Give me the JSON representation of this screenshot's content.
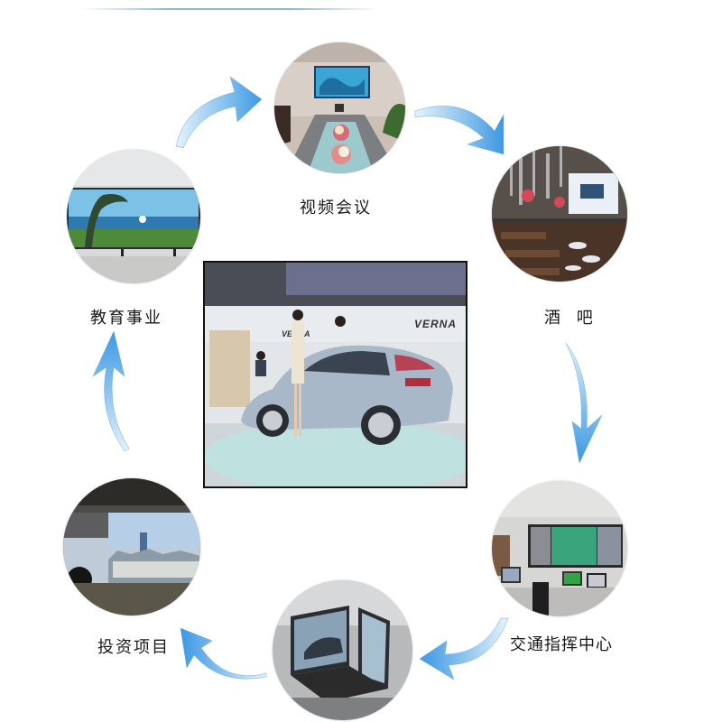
{
  "diagram": {
    "type": "cycle",
    "center_image": {
      "subject": "car-showroom",
      "signage_text": "VERNA"
    },
    "nodes": [
      {
        "id": "video-conference",
        "label": "视频会议",
        "image": "conference-room-video-wall"
      },
      {
        "id": "bar",
        "label": "酒 吧",
        "image": "bar-with-screen"
      },
      {
        "id": "traffic-command-center",
        "label": "交通指挥中心",
        "image": "control-room-video-wall"
      },
      {
        "id": "exhibition",
        "label": "",
        "image": "exhibition-hanging-screens"
      },
      {
        "id": "investment-project",
        "label": "投资项目",
        "image": "city-skyline-video-wall"
      },
      {
        "id": "education",
        "label": "教育事业",
        "image": "beach-video-wall"
      }
    ],
    "arrows": [
      {
        "from": "education",
        "to": "video-conference"
      },
      {
        "from": "video-conference",
        "to": "bar"
      },
      {
        "from": "bar",
        "to": "traffic-command-center"
      },
      {
        "from": "traffic-command-center",
        "to": "exhibition"
      },
      {
        "from": "exhibition",
        "to": "investment-project"
      },
      {
        "from": "investment-project",
        "to": "education"
      }
    ],
    "colors": {
      "arrow": "#4fa3e6",
      "arrow_light": "#cfe6f7",
      "text": "#1a1a1a",
      "background": "#ffffff"
    }
  }
}
